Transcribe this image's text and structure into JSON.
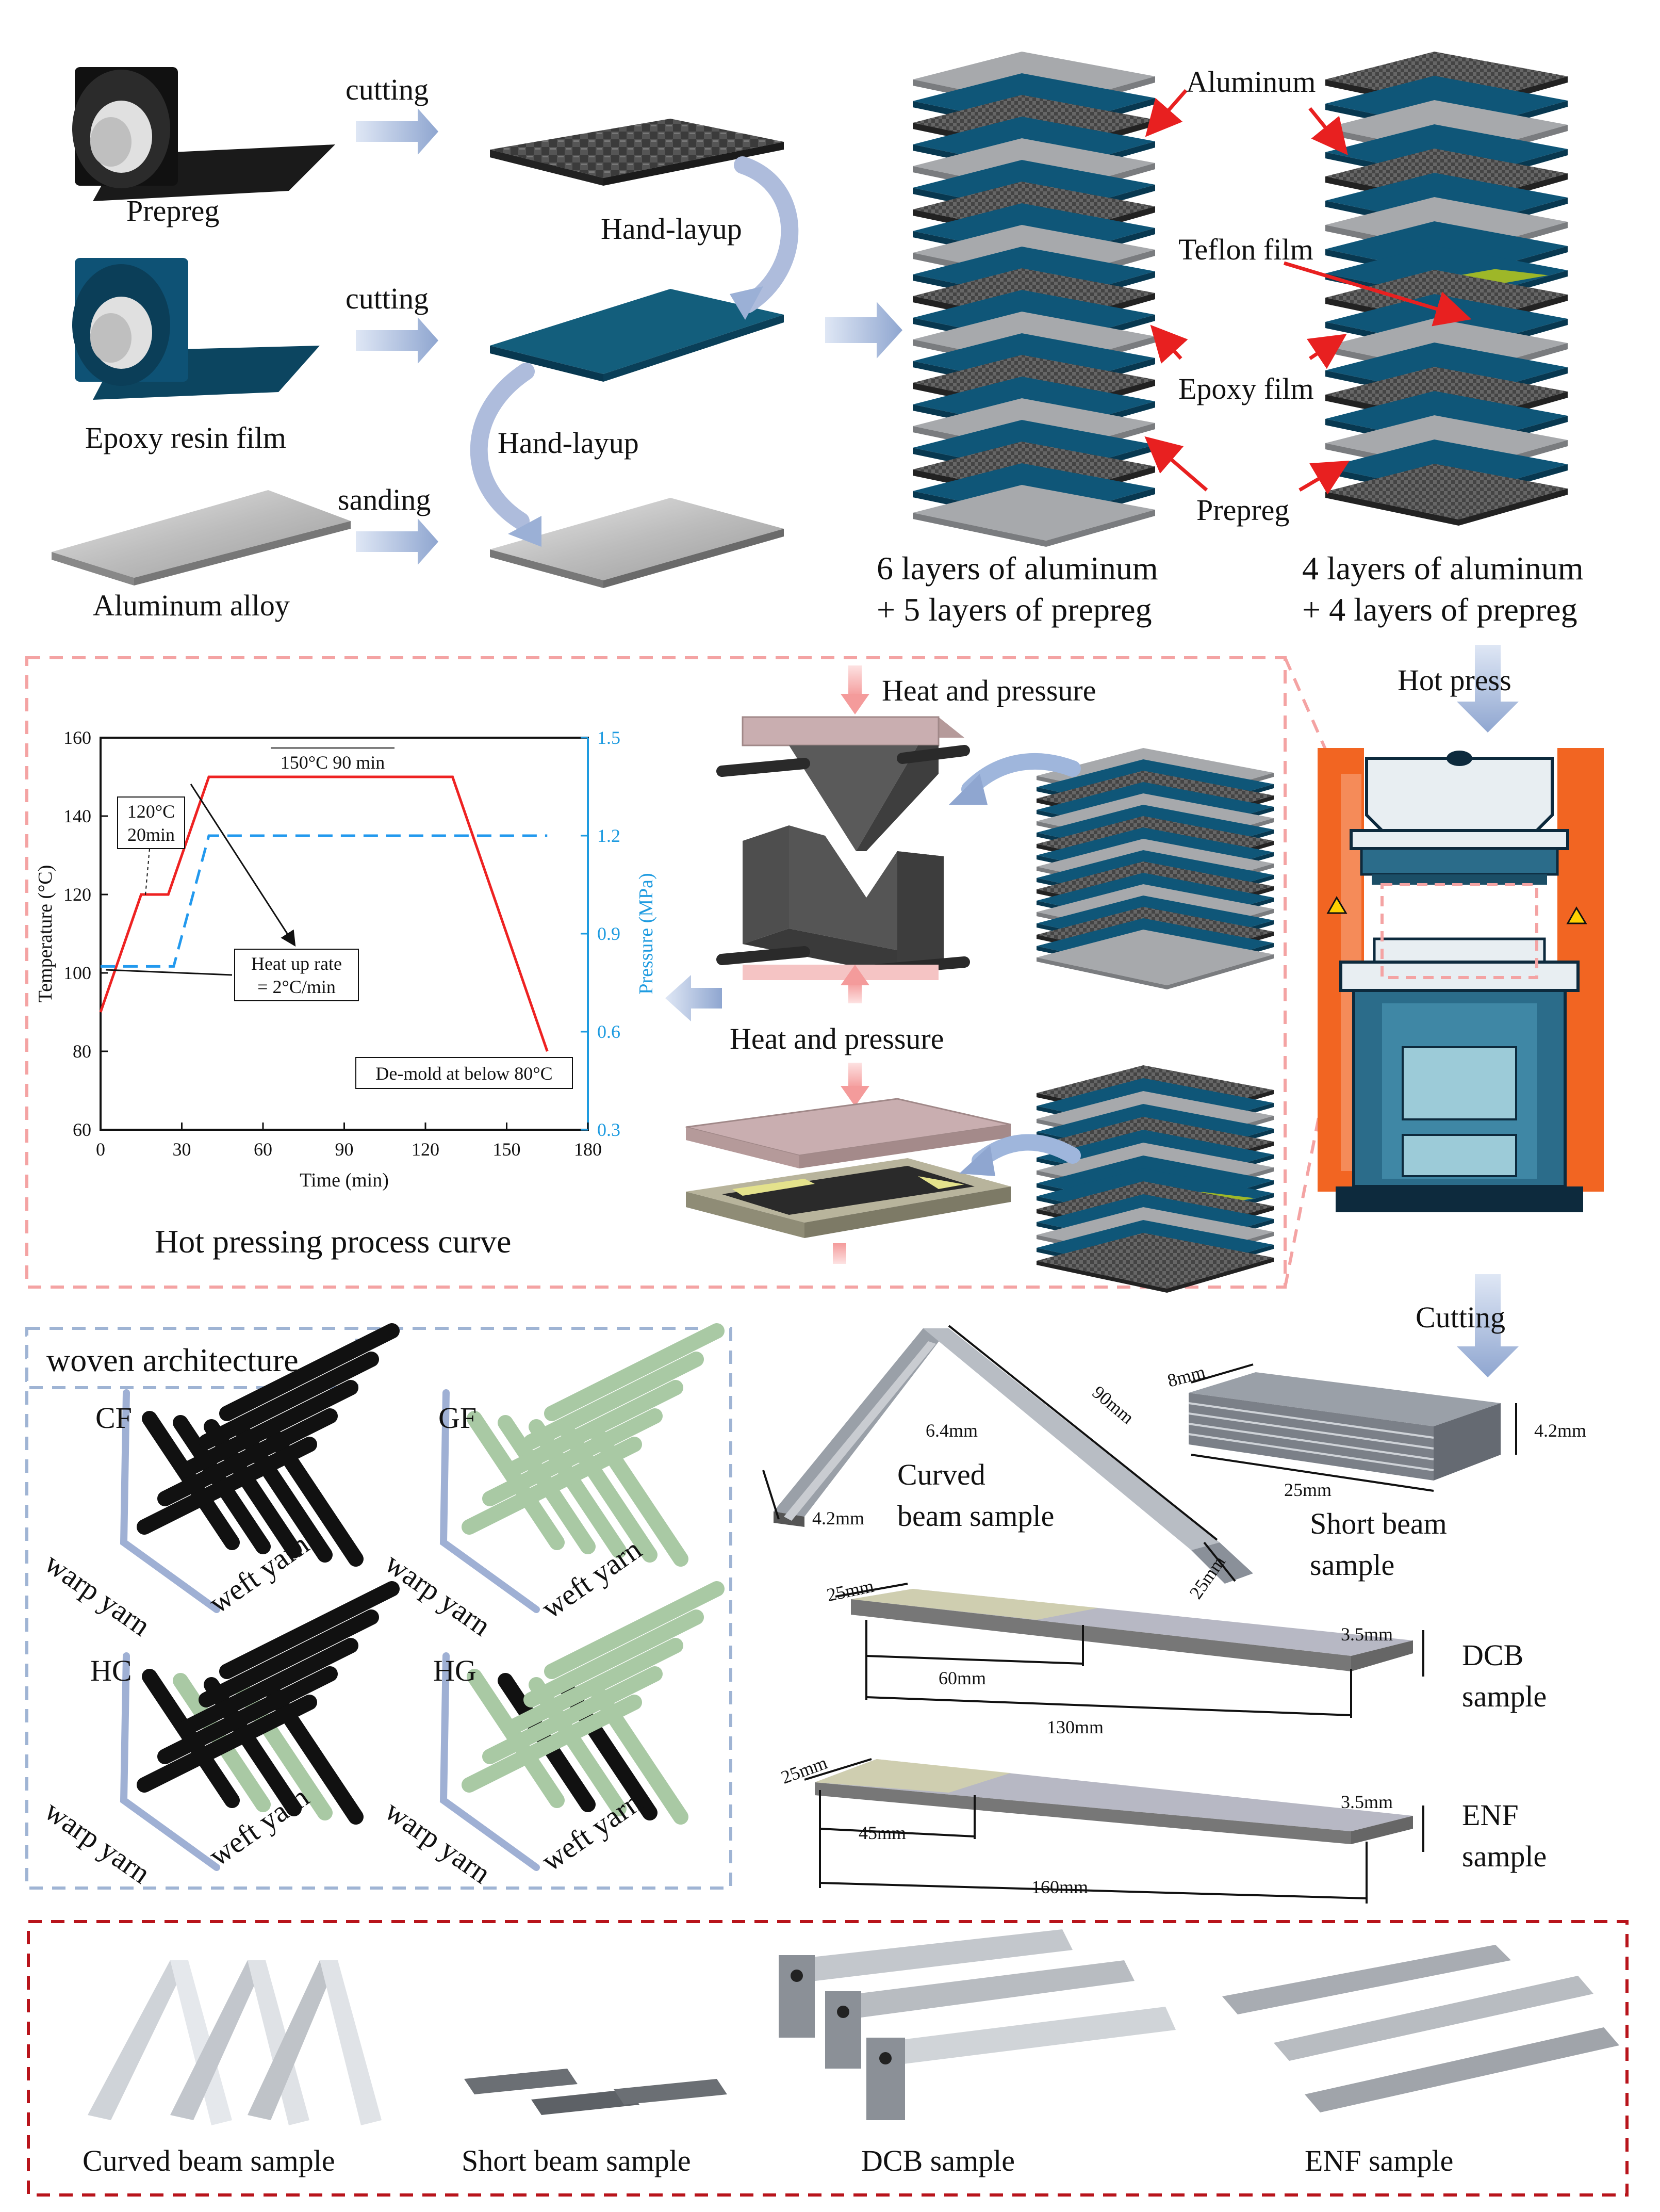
{
  "row1": {
    "prepreg": "Prepreg",
    "epoxy_film": "Epoxy resin film",
    "aluminum_alloy": "Aluminum alloy",
    "cutting1": "cutting",
    "cutting2": "cutting",
    "sanding": "sanding",
    "handlayup1": "Hand-layup",
    "handlayup2": "Hand-layup",
    "stack1_line1": "6 layers of aluminum",
    "stack1_line2": "+ 5 layers of prepreg",
    "stack2_line1": "4 layers of aluminum",
    "stack2_line2": "+ 4 layers of prepreg",
    "aluminum": "Aluminum",
    "teflon": "Teflon film",
    "epoxy": "Epoxy film",
    "prepreg_label": "Prepreg"
  },
  "process": {
    "heat1": "Heat and pressure",
    "heat2": "Heat and pressure",
    "caption": "Hot pressing process curve",
    "hot_press": "Hot press",
    "cutting": "Cutting"
  },
  "chart_data": {
    "type": "line",
    "xlabel": "Time (min)",
    "ylabel": "Temperature (°C)",
    "y2label": "Pressure (MPa)",
    "xlim": [
      0,
      180
    ],
    "ylim": [
      60,
      160
    ],
    "y2lim": [
      0.3,
      1.5
    ],
    "xticks": [
      "0",
      "30",
      "60",
      "90",
      "120",
      "150",
      "180"
    ],
    "yticks": [
      "60",
      "80",
      "100",
      "120",
      "140",
      "160"
    ],
    "y2ticks": [
      "0.3",
      "0.6",
      "0.9",
      "1.2",
      "1.5"
    ],
    "series": [
      {
        "axis": "left",
        "color": "#ee2222",
        "dash": false,
        "x": [
          0,
          15,
          25,
          40,
          130,
          165
        ],
        "y": [
          90,
          120,
          120,
          150,
          150,
          80
        ]
      },
      {
        "axis": "right",
        "color": "#2299ee",
        "dash": true,
        "x": [
          0,
          27,
          40,
          165
        ],
        "y": [
          0.8,
          0.8,
          1.2,
          1.2
        ]
      }
    ],
    "annotations": {
      "plateau": "150°C 90 min",
      "dwell_line1": "120°C",
      "dwell_line2": "20min",
      "rate_line1": "Heat up rate",
      "rate_line2": "= 2°C/min",
      "demold": "De-mold at below 80°C"
    }
  },
  "woven": {
    "title": "woven architecture",
    "cf": "CF",
    "gf": "GF",
    "hc": "HC",
    "hg": "HG",
    "warp": "warp yarn",
    "weft": "weft yarn",
    "carbon_color": "#111111",
    "glass_color": "#a9c9a4"
  },
  "samples": {
    "curved_line1": "Curved",
    "curved_line2": "beam sample",
    "short_line1": "Short beam",
    "short_line2": "sample",
    "dcb_line1": "DCB",
    "dcb_line2": "sample",
    "enf_line1": "ENF",
    "enf_line2": "sample",
    "dim_64": "6.4mm",
    "dim_90": "90mm",
    "dim_42a": "4.2mm",
    "dim_25a": "25mm",
    "dim_8": "8mm",
    "dim_42b": "4.2mm",
    "dim_25b": "25mm",
    "dcb_25": "25mm",
    "dcb_60": "60mm",
    "dcb_130": "130mm",
    "dcb_35": "3.5mm",
    "enf_25": "25mm",
    "enf_45": "45mm",
    "enf_160": "160mm",
    "enf_35": "3.5mm"
  },
  "photos": {
    "curved": "Curved beam sample",
    "short": "Short beam sample",
    "dcb": "DCB sample",
    "enf": "ENF sample"
  }
}
